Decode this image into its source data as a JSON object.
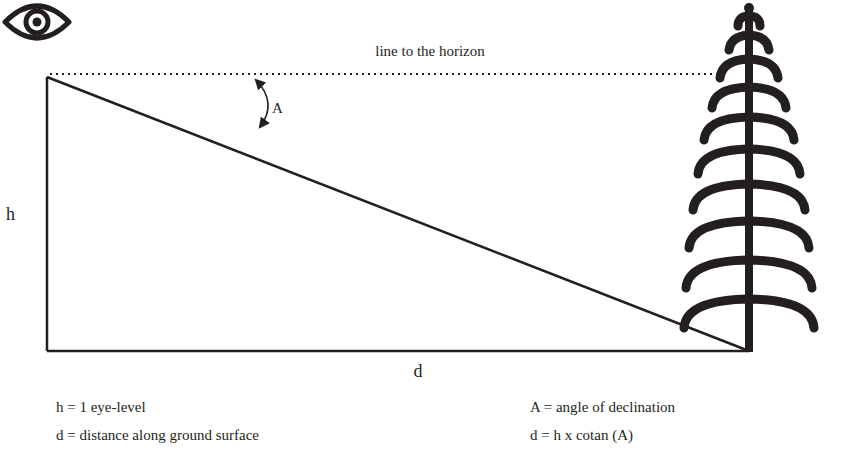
{
  "diagram": {
    "labels": [
      "line to the horizon",
      "A",
      "h",
      "d",
      "h = 1 eye-level",
      "d = distance along ground surface",
      "A = angle of declination",
      "d = h x cotan (A)"
    ]
  }
}
